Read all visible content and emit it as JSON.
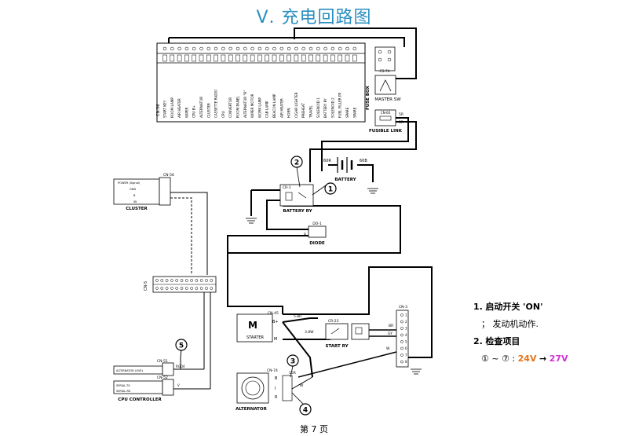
{
  "title": "Ⅴ. 充电回路图",
  "page_number": "第 7 页",
  "fuse_box": {
    "connector": "CN-36",
    "label": "FUSE BOX",
    "fuses": [
      "START KEY",
      "ROOM LAMP",
      "AIR HEATER",
      "WIPER",
      "CPU B+",
      "ALTERNATOR",
      "CLUSTER",
      "CASSETTE RADIO",
      "CPU",
      "CONVERTOR",
      "ROOM PANEL",
      "ALTERNATOR \"R\"",
      "WIPER MOTOR",
      "WORK LAMP",
      "CAB LAMP",
      "BEACON LAMP",
      "AIR HEATER",
      "HORN",
      "CIGAR LIGHTER",
      "PREHEAT",
      "TRAVEL",
      "SOLENOID 1",
      "BATTERY RY",
      "SOLENOID 2",
      "FUEL FILLER PP",
      "SPARE",
      "SPARE"
    ]
  },
  "master_switch": {
    "connector": "CS-74",
    "label": "MASTER SW"
  },
  "fusible_link": {
    "connector": "CN-60",
    "label": "FUSIBLE LINK",
    "wire_top": "5R",
    "wire_bottom": "5R"
  },
  "battery": {
    "label": "BATTERY",
    "wire_left": "60R",
    "wire_right": "60B"
  },
  "battery_relay": {
    "connector": "CR-1",
    "label": "BATTERY RY"
  },
  "diode": {
    "connector": "DO-1",
    "label": "DIODE",
    "wire": "B"
  },
  "cluster": {
    "connector": "CN-56",
    "label": "CLUSTER",
    "pins": [
      "POWER (Signal)",
      "GND",
      "B",
      "SK"
    ]
  },
  "junction": {
    "connector": "CN-5"
  },
  "starter": {
    "connector": "CN-45",
    "label": "STARTER",
    "symbol": "M",
    "terminal_b": "B+",
    "terminal_m": "M",
    "wire1": "5.8R",
    "wire2": "3.8W"
  },
  "start_relay": {
    "connector": "CR-23",
    "label": "START RY"
  },
  "connector_cn3": {
    "connector": "CN-3",
    "wire_br": "BR",
    "wire_gy": "GY",
    "wire_w": "W",
    "pins": [
      "1",
      "2",
      "3",
      "4",
      "5",
      "6",
      "7",
      "8"
    ]
  },
  "alternator": {
    "connector": "CN-74",
    "label": "ALTERNATOR",
    "terminal_b": "B",
    "terminal_i": "I",
    "terminal_r": "R",
    "wire": "15R",
    "wire_w": "W"
  },
  "cpu_controller": {
    "label": "CPU CONTROLLER",
    "connector_51": "CN-51",
    "connector_52": "CN-52",
    "pin_alt": "ALTERNATOR LEVEL",
    "pin_serial_tx": "SERIAL-TX",
    "pin_serial_rx": "SERIAL-RX",
    "wire_alt": "RGO4",
    "wire_tx": "V"
  },
  "callouts": [
    "1",
    "2",
    "3",
    "4",
    "5"
  ],
  "notes": {
    "item1_num": "1.",
    "item1_label": "启动开关 'ON'",
    "item1_sub": "；  发动机动作.",
    "item2_num": "2.",
    "item2_label": "检查项目",
    "item2_range": "① ~ ⑦ :",
    "item2_v1": "24V",
    "item2_arrow": "→",
    "item2_v2": "27V"
  },
  "colors": {
    "title": "#2a8fc0",
    "voltage_low": "#e8731a",
    "voltage_high": "#d52fd5"
  }
}
